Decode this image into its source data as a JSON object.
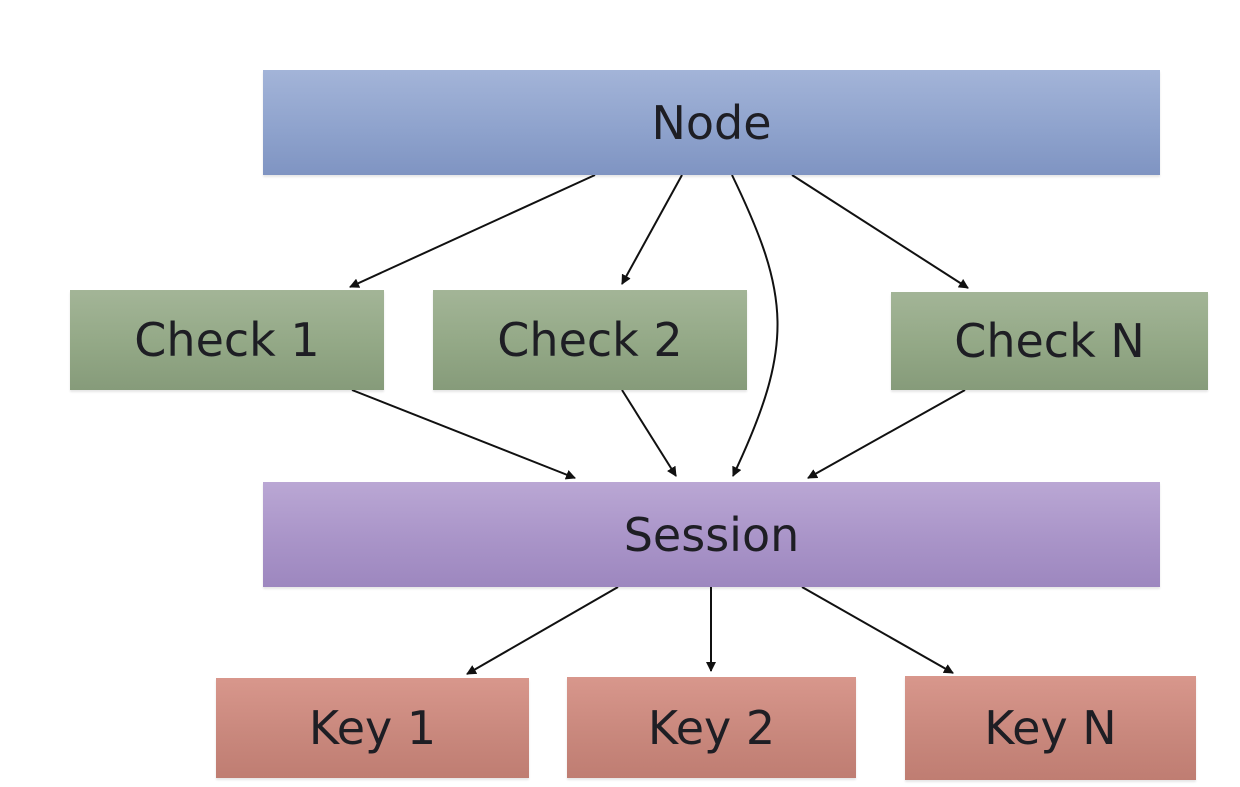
{
  "nodes": {
    "node": "Node",
    "check_1": "Check 1",
    "check_2": "Check 2",
    "check_n": "Check N",
    "session": "Session",
    "key_1": "Key 1",
    "key_2": "Key 2",
    "key_n": "Key N"
  },
  "edges": [
    {
      "from": "Node",
      "to": "Check 1"
    },
    {
      "from": "Node",
      "to": "Check 2"
    },
    {
      "from": "Node",
      "to": "Session"
    },
    {
      "from": "Node",
      "to": "Check N"
    },
    {
      "from": "Check 1",
      "to": "Session"
    },
    {
      "from": "Check 2",
      "to": "Session"
    },
    {
      "from": "Check N",
      "to": "Session"
    },
    {
      "from": "Session",
      "to": "Key 1"
    },
    {
      "from": "Session",
      "to": "Key 2"
    },
    {
      "from": "Session",
      "to": "Key N"
    }
  ],
  "colors": {
    "node": "#8fa3cd",
    "check": "#93a886",
    "session": "#a994c8",
    "key": "#c9887d",
    "arrow": "#111111"
  }
}
